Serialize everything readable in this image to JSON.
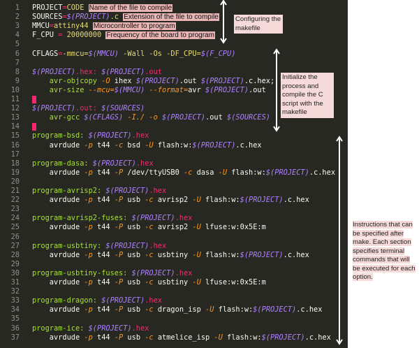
{
  "lines": [
    {
      "n": "1",
      "segs": [
        [
          "PROJECT",
          "w"
        ],
        [
          "=",
          "r"
        ],
        [
          "CODE",
          "m"
        ],
        [
          " ",
          "w"
        ],
        [
          "Name of the file to compile",
          "hl"
        ]
      ]
    },
    {
      "n": "2",
      "segs": [
        [
          "SOURCES",
          "w"
        ],
        [
          "=",
          "r"
        ],
        [
          "$(PROJECT)",
          "v"
        ],
        [
          ".c",
          "m"
        ],
        [
          " ",
          "w"
        ],
        [
          "Extension of the file to compile",
          "hl"
        ]
      ]
    },
    {
      "n": "3",
      "segs": [
        [
          "MMCU",
          "w"
        ],
        [
          "=",
          "r"
        ],
        [
          "attiny44",
          "m"
        ],
        [
          " ",
          "w"
        ],
        [
          "Microcontroller to program",
          "hl"
        ]
      ]
    },
    {
      "n": "4",
      "segs": [
        [
          "F_CPU ",
          "w"
        ],
        [
          "=",
          "r"
        ],
        [
          " 20000000 ",
          "m"
        ],
        [
          "Frequency of the board to program",
          "hl"
        ]
      ]
    },
    {
      "n": "5",
      "segs": []
    },
    {
      "n": "6",
      "segs": [
        [
          "CFLAGS",
          "w"
        ],
        [
          "=",
          "r"
        ],
        [
          "-mmcu=",
          "m"
        ],
        [
          "$(MMCU)",
          "v"
        ],
        [
          " -Wall -Os -DF_CPU=",
          "m"
        ],
        [
          "$(F_CPU)",
          "v"
        ]
      ]
    },
    {
      "n": "7",
      "segs": []
    },
    {
      "n": "8",
      "segs": [
        [
          "$(PROJECT)",
          "v"
        ],
        [
          ".hex: ",
          "r"
        ],
        [
          "$(PROJECT)",
          "v"
        ],
        [
          ".out",
          "r"
        ]
      ]
    },
    {
      "n": "9",
      "segs": [
        [
          "    avr-objcopy ",
          "g"
        ],
        [
          "-O",
          "o"
        ],
        [
          " ihex ",
          "w"
        ],
        [
          "$(PROJECT)",
          "v"
        ],
        [
          ".out ",
          "w"
        ],
        [
          "$(PROJECT)",
          "v"
        ],
        [
          ".c.hex;",
          "w"
        ]
      ]
    },
    {
      "n": "10",
      "segs": [
        [
          "    avr-size ",
          "g"
        ],
        [
          "--mcu=",
          "o"
        ],
        [
          "$(MMCU)",
          "v"
        ],
        [
          " --format=",
          "o"
        ],
        [
          "avr ",
          "w"
        ],
        [
          "$(PROJECT)",
          "v"
        ],
        [
          ".out",
          "w"
        ]
      ]
    },
    {
      "n": "11",
      "segs": [
        [
          "",
          "cursor"
        ]
      ]
    },
    {
      "n": "12",
      "segs": [
        [
          "$(PROJECT)",
          "v"
        ],
        [
          ".out: ",
          "r"
        ],
        [
          "$(SOURCES)",
          "v"
        ]
      ]
    },
    {
      "n": "13",
      "segs": [
        [
          "    avr-gcc ",
          "g"
        ],
        [
          "$(CFLAGS)",
          "v"
        ],
        [
          " -I./ ",
          "o"
        ],
        [
          "-o",
          "o"
        ],
        [
          " ",
          "w"
        ],
        [
          "$(PROJECT)",
          "v"
        ],
        [
          ".out ",
          "w"
        ],
        [
          "$(SOURCES)",
          "v"
        ]
      ]
    },
    {
      "n": "14",
      "segs": [
        [
          "",
          "cursor"
        ]
      ]
    },
    {
      "n": "15",
      "segs": [
        [
          "program-bsd: ",
          "g"
        ],
        [
          "$(PROJECT)",
          "v"
        ],
        [
          ".hex",
          "r"
        ]
      ]
    },
    {
      "n": "16",
      "segs": [
        [
          "    avrdude ",
          "w"
        ],
        [
          "-p",
          "o"
        ],
        [
          " t44 ",
          "w"
        ],
        [
          "-c",
          "o"
        ],
        [
          " bsd ",
          "w"
        ],
        [
          "-U",
          "o"
        ],
        [
          " flash:w:",
          "w"
        ],
        [
          "$(PROJECT)",
          "v"
        ],
        [
          ".c.hex",
          "w"
        ]
      ]
    },
    {
      "n": "17",
      "segs": []
    },
    {
      "n": "18",
      "segs": [
        [
          "program-dasa: ",
          "g"
        ],
        [
          "$(PROJECT)",
          "v"
        ],
        [
          ".hex",
          "r"
        ]
      ]
    },
    {
      "n": "19",
      "segs": [
        [
          "    avrdude ",
          "w"
        ],
        [
          "-p",
          "o"
        ],
        [
          " t44 ",
          "w"
        ],
        [
          "-P",
          "o"
        ],
        [
          " /dev/ttyUSB0 ",
          "w"
        ],
        [
          "-c",
          "o"
        ],
        [
          " dasa ",
          "w"
        ],
        [
          "-U",
          "o"
        ],
        [
          " flash:w:",
          "w"
        ],
        [
          "$(PROJECT)",
          "v"
        ],
        [
          ".c.hex",
          "w"
        ]
      ]
    },
    {
      "n": "20",
      "segs": []
    },
    {
      "n": "21",
      "segs": [
        [
          "program-avrisp2: ",
          "g"
        ],
        [
          "$(PROJECT)",
          "v"
        ],
        [
          ".hex",
          "r"
        ]
      ]
    },
    {
      "n": "22",
      "segs": [
        [
          "    avrdude ",
          "w"
        ],
        [
          "-p",
          "o"
        ],
        [
          " t44 ",
          "w"
        ],
        [
          "-P",
          "o"
        ],
        [
          " usb ",
          "w"
        ],
        [
          "-c",
          "o"
        ],
        [
          " avrisp2 ",
          "w"
        ],
        [
          "-U",
          "o"
        ],
        [
          " flash:w:",
          "w"
        ],
        [
          "$(PROJECT)",
          "v"
        ],
        [
          ".c.hex",
          "w"
        ]
      ]
    },
    {
      "n": "23",
      "segs": []
    },
    {
      "n": "24",
      "segs": [
        [
          "program-avrisp2-fuses: ",
          "g"
        ],
        [
          "$(PROJECT)",
          "v"
        ],
        [
          ".hex",
          "r"
        ]
      ]
    },
    {
      "n": "25",
      "segs": [
        [
          "    avrdude ",
          "w"
        ],
        [
          "-p",
          "o"
        ],
        [
          " t44 ",
          "w"
        ],
        [
          "-P",
          "o"
        ],
        [
          " usb ",
          "w"
        ],
        [
          "-c",
          "o"
        ],
        [
          " avrisp2 ",
          "w"
        ],
        [
          "-U",
          "o"
        ],
        [
          " lfuse:w:0x5E:m",
          "w"
        ]
      ]
    },
    {
      "n": "26",
      "segs": []
    },
    {
      "n": "27",
      "segs": [
        [
          "program-usbtiny: ",
          "g"
        ],
        [
          "$(PROJECT)",
          "v"
        ],
        [
          ".hex",
          "r"
        ]
      ]
    },
    {
      "n": "28",
      "segs": [
        [
          "    avrdude ",
          "w"
        ],
        [
          "-p",
          "o"
        ],
        [
          " t44 ",
          "w"
        ],
        [
          "-P",
          "o"
        ],
        [
          " usb ",
          "w"
        ],
        [
          "-c",
          "o"
        ],
        [
          " usbtiny ",
          "w"
        ],
        [
          "-U",
          "o"
        ],
        [
          " flash:w:",
          "w"
        ],
        [
          "$(PROJECT)",
          "v"
        ],
        [
          ".c.hex",
          "w"
        ]
      ]
    },
    {
      "n": "29",
      "segs": []
    },
    {
      "n": "30",
      "segs": [
        [
          "program-usbtiny-fuses: ",
          "g"
        ],
        [
          "$(PROJECT)",
          "v"
        ],
        [
          ".hex",
          "r"
        ]
      ]
    },
    {
      "n": "31",
      "segs": [
        [
          "    avrdude ",
          "w"
        ],
        [
          "-p",
          "o"
        ],
        [
          " t44 ",
          "w"
        ],
        [
          "-P",
          "o"
        ],
        [
          " usb ",
          "w"
        ],
        [
          "-c",
          "o"
        ],
        [
          " usbtiny ",
          "w"
        ],
        [
          "-U",
          "o"
        ],
        [
          " lfuse:w:0x5E:m",
          "w"
        ]
      ]
    },
    {
      "n": "32",
      "segs": []
    },
    {
      "n": "33",
      "segs": [
        [
          "program-dragon: ",
          "g"
        ],
        [
          "$(PROJECT)",
          "v"
        ],
        [
          ".hex",
          "r"
        ]
      ]
    },
    {
      "n": "34",
      "segs": [
        [
          "    avrdude ",
          "w"
        ],
        [
          "-p",
          "o"
        ],
        [
          " t44 ",
          "w"
        ],
        [
          "-P",
          "o"
        ],
        [
          " usb ",
          "w"
        ],
        [
          "-c",
          "o"
        ],
        [
          " dragon_isp ",
          "w"
        ],
        [
          "-U",
          "o"
        ],
        [
          " flash:w:",
          "w"
        ],
        [
          "$(PROJECT)",
          "v"
        ],
        [
          ".c.hex",
          "w"
        ]
      ]
    },
    {
      "n": "35",
      "segs": []
    },
    {
      "n": "36",
      "segs": [
        [
          "program-ice: ",
          "g"
        ],
        [
          "$(PROJECT)",
          "v"
        ],
        [
          ".hex",
          "r"
        ]
      ]
    },
    {
      "n": "37",
      "segs": [
        [
          "    avrdude ",
          "w"
        ],
        [
          "-p",
          "o"
        ],
        [
          " t44 ",
          "w"
        ],
        [
          "-P",
          "o"
        ],
        [
          " usb ",
          "w"
        ],
        [
          "-c",
          "o"
        ],
        [
          " atmelice_isp ",
          "w"
        ],
        [
          "-U",
          "o"
        ],
        [
          " flash:w:",
          "w"
        ],
        [
          "$(PROJECT)",
          "v"
        ],
        [
          ".c.hex",
          "w"
        ]
      ]
    }
  ],
  "annotations": {
    "makefile_config": "Configuring the makefile",
    "compile": "Initialize the process and compile the C script with the makefile",
    "instructions": "Instructions that can be specified after make. Each section specifies terminal commands that will be executed for each option."
  },
  "colors": {
    "background": "#272822",
    "line_number": "#8f908a",
    "highlight": "#e8b4b4",
    "arrow": "#ffffff"
  }
}
